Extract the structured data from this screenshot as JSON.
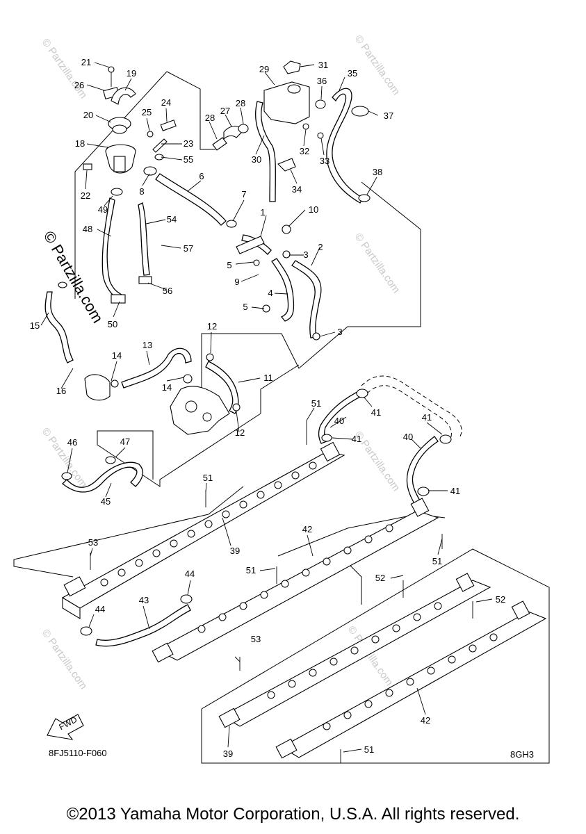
{
  "diagram": {
    "part_labels": [
      "1",
      "2",
      "3",
      "3",
      "4",
      "5",
      "5",
      "6",
      "7",
      "8",
      "9",
      "10",
      "11",
      "12",
      "12",
      "13",
      "14",
      "14",
      "15",
      "16",
      "18",
      "19",
      "20",
      "21",
      "22",
      "23",
      "24",
      "25",
      "26",
      "27",
      "28",
      "28",
      "29",
      "30",
      "31",
      "32",
      "33",
      "34",
      "35",
      "36",
      "37",
      "38",
      "39",
      "39",
      "40",
      "40",
      "41",
      "41",
      "41",
      "41",
      "42",
      "42",
      "43",
      "44",
      "44",
      "45",
      "46",
      "47",
      "48",
      "49",
      "50",
      "51",
      "51",
      "51",
      "51",
      "51",
      "52",
      "52",
      "53",
      "53",
      "54",
      "55",
      "56",
      "57"
    ],
    "watermark_text": "© Partzilla.com",
    "fwd_label": "FWD",
    "figure_code": "8FJ5110-F060",
    "variant_code": "8GH3"
  },
  "footer": {
    "copyright": "©2013 Yamaha Motor Corporation, U.S.A. All rights reserved."
  }
}
